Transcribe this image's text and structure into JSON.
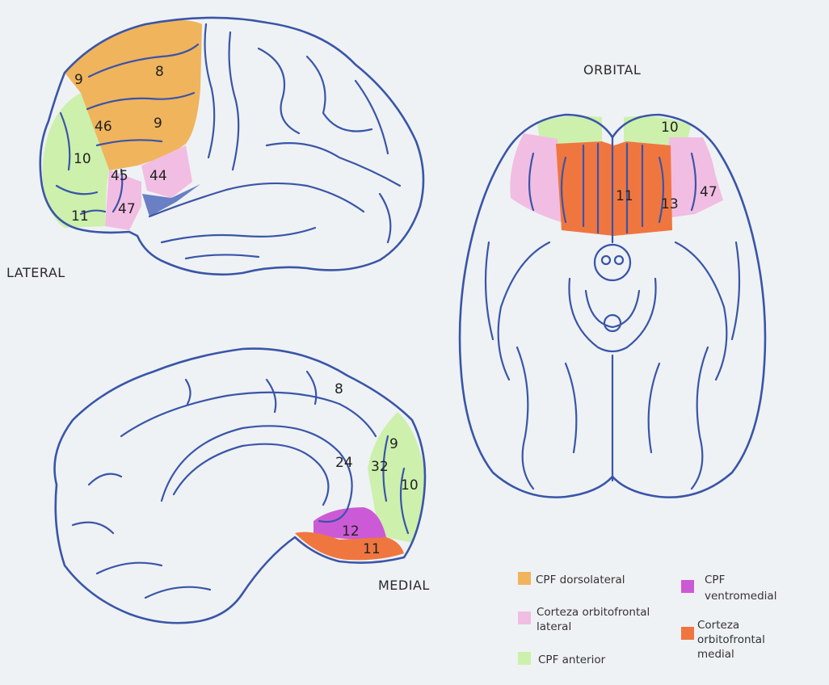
{
  "views": {
    "lateral": "LATERAL",
    "orbital": "ORBITAL",
    "medial": "MEDIAL"
  },
  "colors": {
    "dorsolateral": "#f0b45c",
    "orbitofrontal_lateral": "#f2bde2",
    "anterior": "#cdf0ad",
    "ventromedial": "#cc5ad6",
    "orbitofrontal_medial": "#f07640",
    "outline": "#3a55a8",
    "background": "#eef2f4"
  },
  "areas": {
    "lateral": [
      "9",
      "8",
      "46",
      "9",
      "10",
      "45",
      "44",
      "11",
      "47"
    ],
    "orbital": [
      "10",
      "11",
      "13",
      "47"
    ],
    "medial": [
      "8",
      "9",
      "24",
      "32",
      "10",
      "12",
      "11"
    ]
  },
  "legend": {
    "dorsolateral": [
      "CPF dorsolateral"
    ],
    "ventromedial": [
      "CPF",
      "ventromedial"
    ],
    "orbitofrontal_lateral": [
      "Corteza orbitofrontal",
      "lateral"
    ],
    "orbitofrontal_medial": [
      "Corteza",
      "orbitofrontal",
      "medial"
    ],
    "anterior": [
      "CPF anterior"
    ]
  }
}
